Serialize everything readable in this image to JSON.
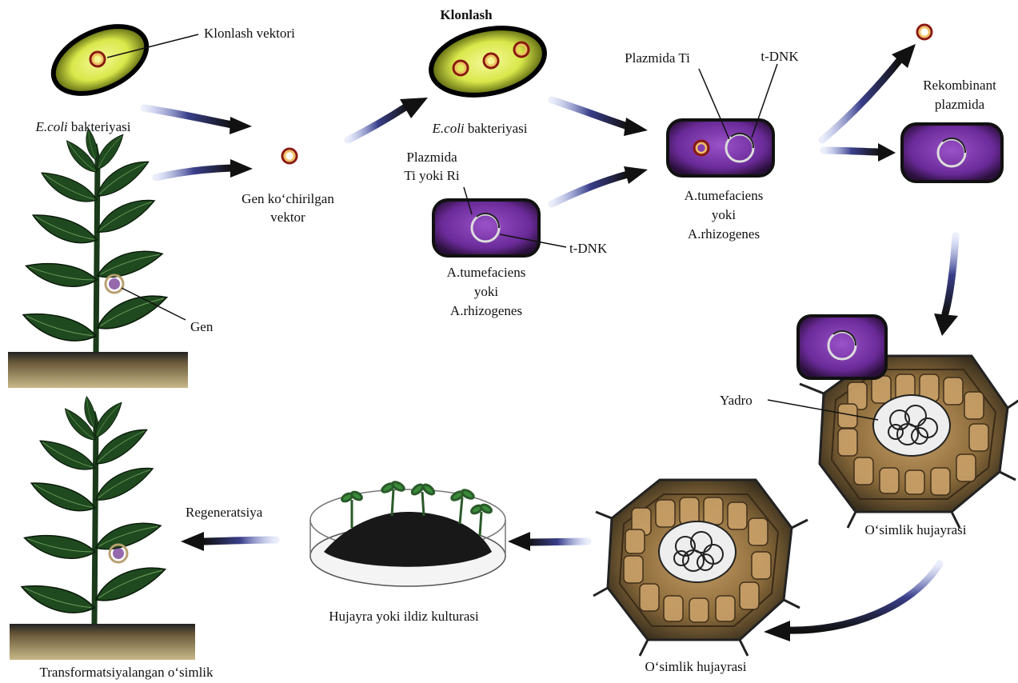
{
  "labels": {
    "cloning_vector": "Klonlash vektori",
    "ecoli_1_species": "E.coli",
    "ecoli_1_rest": " bakteriyasi",
    "cloning": "Klonlash",
    "ecoli_2_species": "E.coli",
    "ecoli_2_rest": " bakteriyasi",
    "gene_vector_1": "Gen ko‘chirilgan",
    "gene_vector_2": "vektor",
    "plasmid_ti_ri_1": "Plazmida",
    "plasmid_ti_ri_2": "Ti yoki Ri",
    "tdna_1": "t-DNK",
    "agro_1_a": "A.tumefaciens",
    "agro_1_b": "yoki",
    "agro_1_c": "A.rhizogenes",
    "plasmid_ti": "Plazmida Ti",
    "tdna_2": "t-DNK",
    "agro_2_a": "A.tumefaciens",
    "agro_2_b": "yoki",
    "agro_2_c": "A.rhizogenes",
    "recombinant_1": "Rekombinant",
    "recombinant_2": "plazmida",
    "gene": "Gen",
    "nucleus": "Yadro",
    "plant_cell_1": "O‘simlik hujayrasi",
    "plant_cell_2": "O‘simlik hujayrasi",
    "culture": "Hujayra yoki ildiz kulturasi",
    "regeneration": "Regeneratsiya",
    "transformed_plant": "Transformatsiyalangan o‘simlik"
  }
}
